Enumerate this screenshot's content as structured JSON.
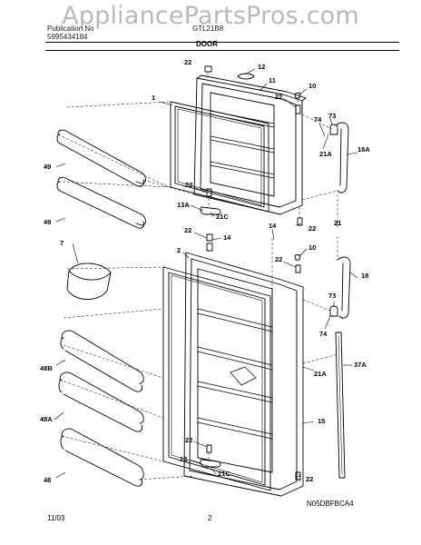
{
  "watermark": "AppliancePartsPros.com",
  "header": {
    "line1_left": "Publication No",
    "line2_left": "5995434184",
    "line1_right": "GTL21B8"
  },
  "section_title": "DOOR",
  "footer": {
    "date": "11/03",
    "page": "2",
    "diagram_code": "N05DBFBCA4"
  },
  "callouts": [
    {
      "id": "c22a",
      "text": "22"
    },
    {
      "id": "c12",
      "text": "12"
    },
    {
      "id": "c11",
      "text": "11"
    },
    {
      "id": "c1",
      "text": "1"
    },
    {
      "id": "c10a",
      "text": "10"
    },
    {
      "id": "c22b",
      "text": "22"
    },
    {
      "id": "c74a",
      "text": "74"
    },
    {
      "id": "c73a",
      "text": "73"
    },
    {
      "id": "c18A",
      "text": "18A"
    },
    {
      "id": "c21Aa",
      "text": "21A"
    },
    {
      "id": "c49a",
      "text": "49"
    },
    {
      "id": "c22c",
      "text": "22"
    },
    {
      "id": "c13A",
      "text": "13A"
    },
    {
      "id": "c21Ca",
      "text": "21C"
    },
    {
      "id": "c22d",
      "text": "22"
    },
    {
      "id": "c49b",
      "text": "49"
    },
    {
      "id": "c21",
      "text": "21"
    },
    {
      "id": "c14a",
      "text": "14"
    },
    {
      "id": "c22e",
      "text": "22"
    },
    {
      "id": "c14b",
      "text": "14"
    },
    {
      "id": "c7",
      "text": "7"
    },
    {
      "id": "c2",
      "text": "2"
    },
    {
      "id": "c10b",
      "text": "10"
    },
    {
      "id": "c22f",
      "text": "22"
    },
    {
      "id": "c18",
      "text": "18"
    },
    {
      "id": "c73b",
      "text": "73"
    },
    {
      "id": "c74b",
      "text": "74"
    },
    {
      "id": "c48B",
      "text": "48B"
    },
    {
      "id": "c37A",
      "text": "37A"
    },
    {
      "id": "c21Ab",
      "text": "21A"
    },
    {
      "id": "c48A",
      "text": "48A"
    },
    {
      "id": "c15",
      "text": "15"
    },
    {
      "id": "c22g",
      "text": "22"
    },
    {
      "id": "c13",
      "text": "13"
    },
    {
      "id": "c21Cb",
      "text": "21C"
    },
    {
      "id": "c48",
      "text": "48"
    },
    {
      "id": "c22h",
      "text": "22"
    }
  ]
}
